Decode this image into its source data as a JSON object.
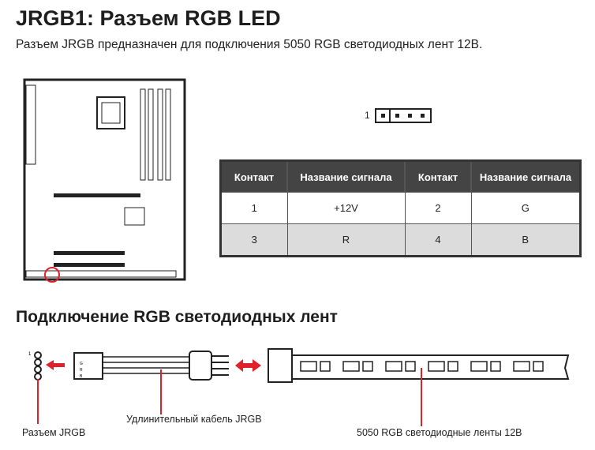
{
  "title": "JRGB1: Разъем RGB LED",
  "subtitle": "Разъем JRGB предназначен для подключения 5050 RGB светодиодных лент 12В.",
  "connector": {
    "pin1_label": "1"
  },
  "table": {
    "headers": [
      "Контакт",
      "Название сигнала",
      "Контакт",
      "Название сигнала"
    ],
    "rows": [
      [
        "1",
        "+12V",
        "2",
        "G"
      ],
      [
        "3",
        "R",
        "4",
        "B"
      ]
    ]
  },
  "section_heading": "Подключение RGB светодиодных лент",
  "diagram": {
    "jrgb_label": "Разъем JRGB",
    "cable_label": "Удлинительный кабель JRGB",
    "strip_label": "5050 RGB светодиодные ленты 12В",
    "pin1": "1",
    "plug_letters": [
      "G",
      "R",
      "B"
    ]
  },
  "colors": {
    "accent": "#e0202a",
    "header_bg": "#444444"
  }
}
